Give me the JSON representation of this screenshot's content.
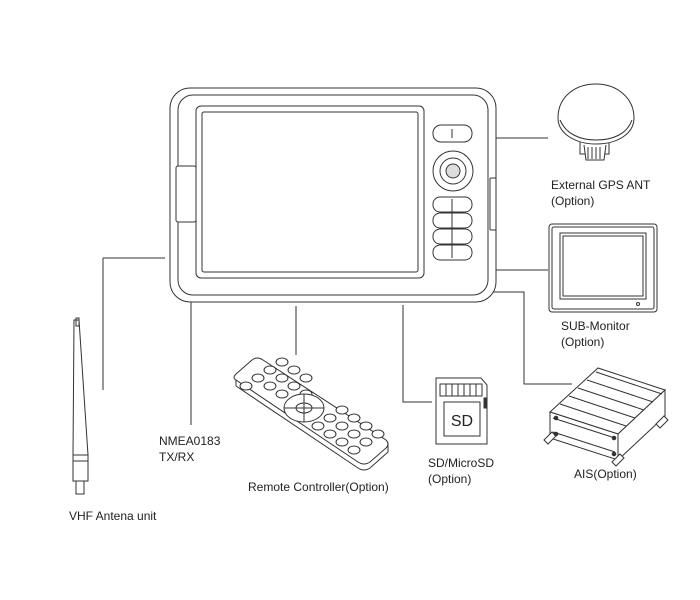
{
  "labels": {
    "gps_title": "External GPS ANT",
    "gps_option": "(Option)",
    "submonitor_title": "SUB-Monitor",
    "submonitor_option": "(Option)",
    "nmea_title": "NMEA0183",
    "nmea_sub": "TX/RX",
    "vhf": "VHF Antena unit",
    "remote": "Remote Controller(Option)",
    "sd_title": "SD/MicroSD",
    "sd_option": "(Option)",
    "sd_card_text": "SD",
    "ais": "AIS(Option)"
  },
  "icons": [
    "chart-plotter-icon",
    "gps-antenna-icon",
    "sub-monitor-icon",
    "vhf-antenna-icon",
    "remote-controller-icon",
    "sd-card-icon",
    "ais-transponder-icon"
  ],
  "colors": {
    "line": "#333333",
    "fill": "#ffffff",
    "shade": "#d8d8d8"
  }
}
